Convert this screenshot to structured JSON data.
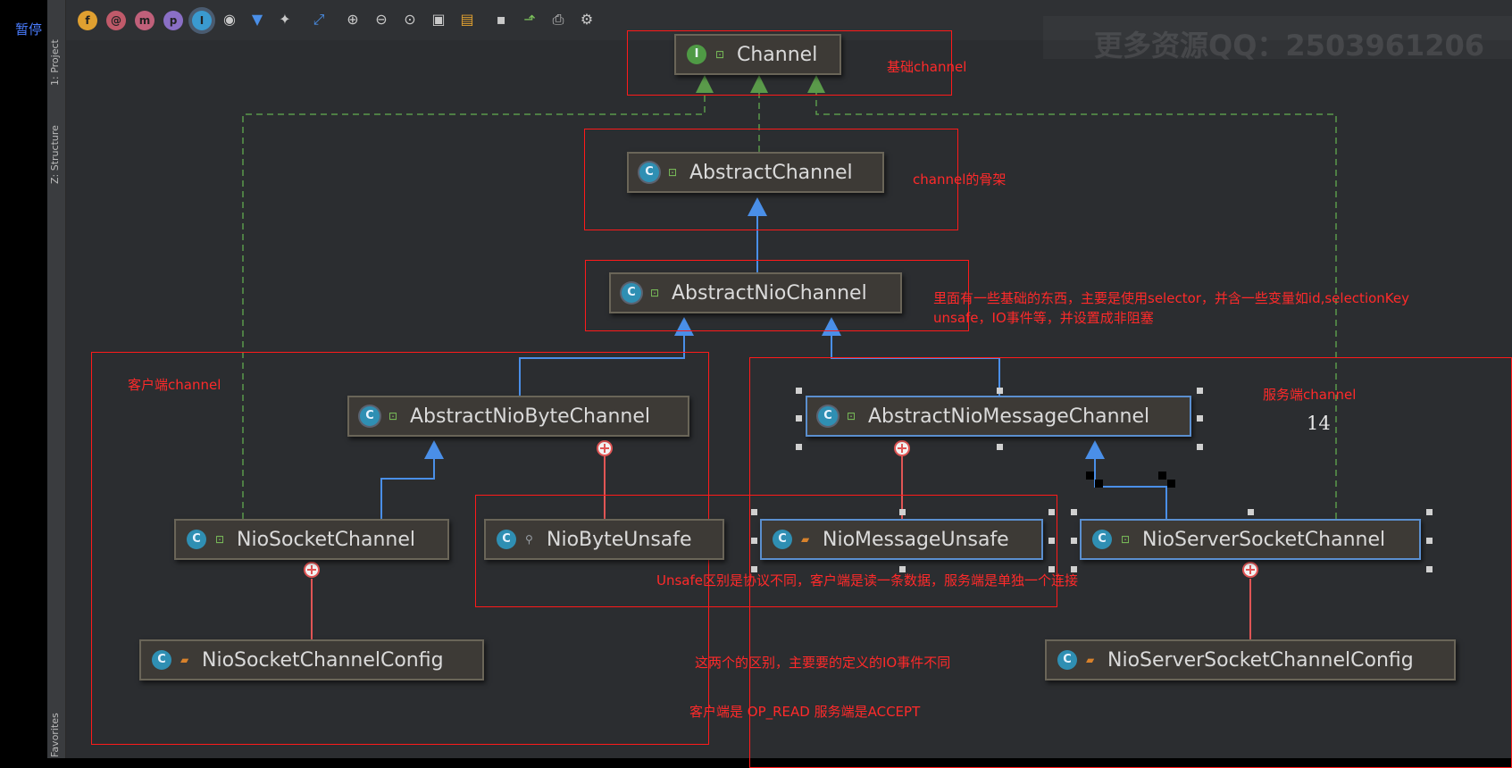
{
  "pause_label": "暂停",
  "side_tabs": {
    "project": "1: Project",
    "structure": "Z: Structure",
    "favorites": "Favorites"
  },
  "toolbar": {
    "buttons": [
      "f",
      "@",
      "m",
      "p",
      "I"
    ]
  },
  "watermark": "更多资源QQ：2503961206",
  "nodes": {
    "channel": "Channel",
    "abstract_channel": "AbstractChannel",
    "abstract_nio_channel": "AbstractNioChannel",
    "abstract_nio_byte_channel": "AbstractNioByteChannel",
    "abstract_nio_message_channel": "AbstractNioMessageChannel",
    "nio_socket_channel": "NioSocketChannel",
    "nio_byte_unsafe": "NioByteUnsafe",
    "nio_message_unsafe": "NioMessageUnsafe",
    "nio_server_socket_channel": "NioServerSocketChannel",
    "nio_socket_channel_config": "NioSocketChannelConfig",
    "nio_server_socket_channel_config": "NioServerSocketChannelConfig"
  },
  "badges": {
    "interface": "I",
    "class": "C"
  },
  "notes": {
    "base_channel": "基础channel",
    "channel_skeleton": "channel的骨架",
    "nio_channel_line1": "里面有一些基础的东西，主要是使用selector，并含一些变量如id,selectionKey",
    "nio_channel_line2": "unsafe，IO事件等，并设置成非阻塞",
    "client_channel": "客户端channel",
    "server_channel": "服务端channel",
    "unsafe_difference": "Unsafe区别是协议不同，客户端是读一条数据，服务端是单独一个连接",
    "two_difference": "这两个的区别，主要要的定义的IO事件不同",
    "op_read_accept": "客户端是 OP_READ 服务端是ACCEPT"
  },
  "page_number": "14",
  "colors": {
    "background": "#2b2d30",
    "node_fill": "#3d3a36",
    "annotation_red": "#ff1a1a",
    "inherit_arrow": "#4a8fe8",
    "implements_arrow": "#5a9a4a",
    "inner_class_line": "#e05555"
  }
}
